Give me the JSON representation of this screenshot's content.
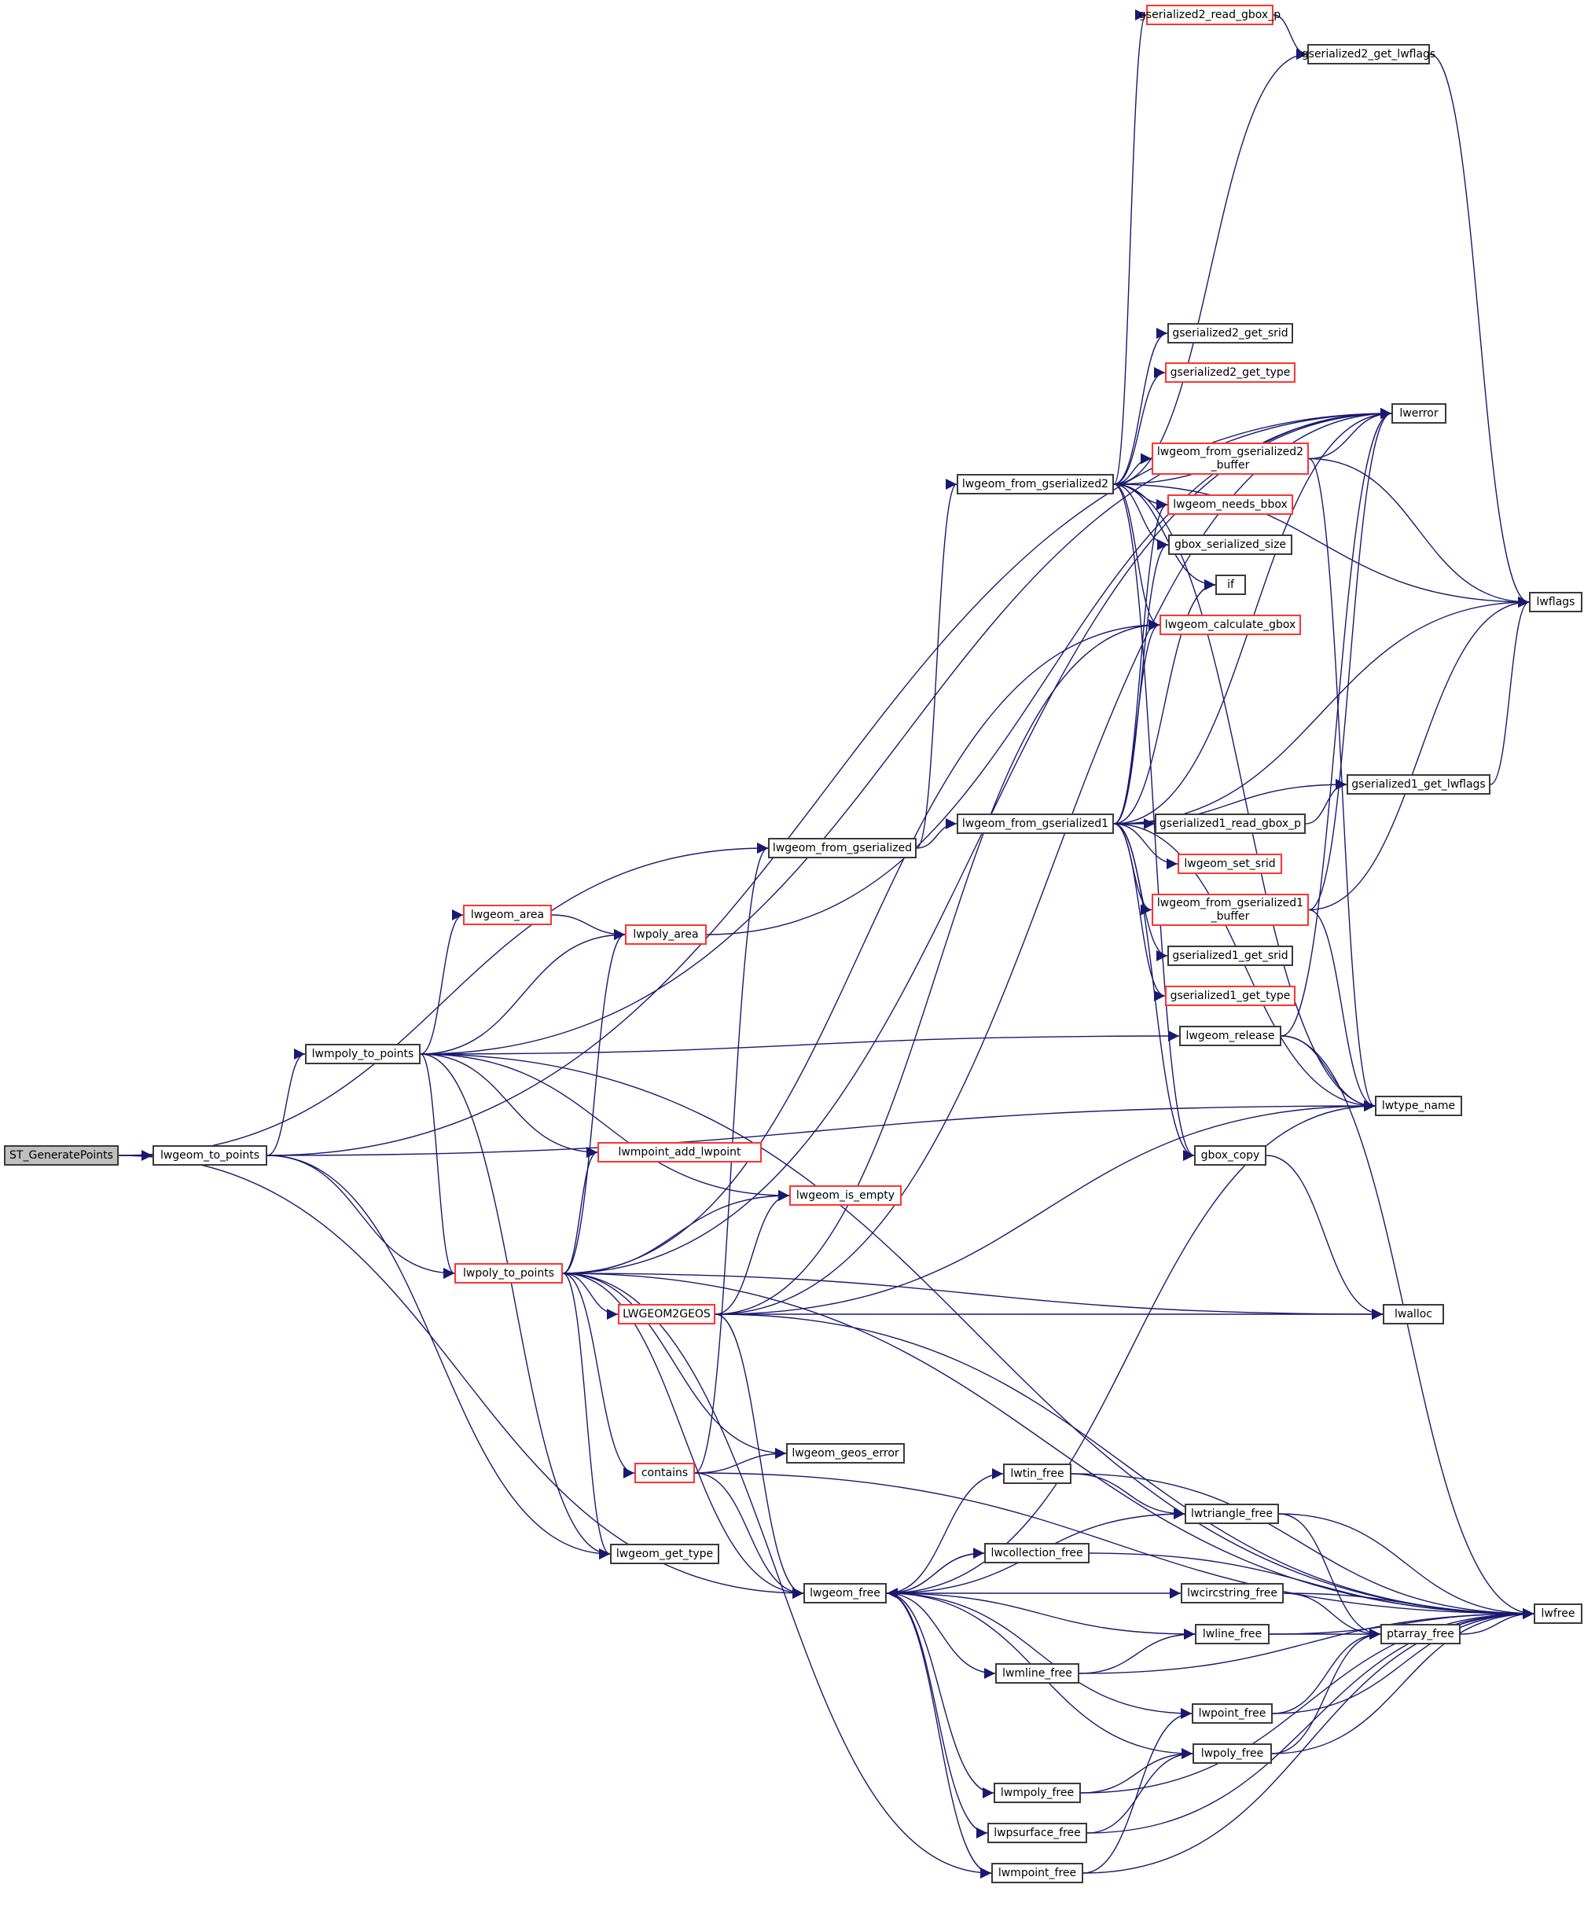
{
  "graph": {
    "edge_color": "#191970",
    "highlight_border_color": "#ff0000",
    "root_fill": "#bfbfbf",
    "nodes": {
      "ST_GeneratePoints": {
        "label": "ST_GeneratePoints",
        "red": false,
        "root": true
      },
      "lwgeom_to_points": {
        "label": "lwgeom_to_points",
        "red": false
      },
      "lwmpoly_to_points": {
        "label": "lwmpoly_to_points",
        "red": false
      },
      "lwpoly_to_points": {
        "label": "lwpoly_to_points",
        "red": true
      },
      "lwgeom_area": {
        "label": "lwgeom_area",
        "red": true
      },
      "lwpoly_area": {
        "label": "lwpoly_area",
        "red": true
      },
      "lwmpoint_add_lwpoint": {
        "label": "lwmpoint_add_lwpoint",
        "red": true
      },
      "lwgeom_is_empty": {
        "label": "lwgeom_is_empty",
        "red": true
      },
      "LWGEOM2GEOS": {
        "label": "LWGEOM2GEOS",
        "red": true
      },
      "contains": {
        "label": "contains",
        "red": true
      },
      "lwgeom_geos_error": {
        "label": "lwgeom_geos_error",
        "red": false
      },
      "lwgeom_get_type": {
        "label": "lwgeom_get_type",
        "red": false
      },
      "lwgeom_from_gserialized": {
        "label": "lwgeom_from_gserialized",
        "red": false
      },
      "lwgeom_free": {
        "label": "lwgeom_free",
        "red": false
      },
      "lwgeom_from_gserialized2": {
        "label": "lwgeom_from_gserialized2",
        "red": false
      },
      "lwgeom_from_gserialized1": {
        "label": "lwgeom_from_gserialized1",
        "red": false
      },
      "gserialized2_read_gbox_p": {
        "label": "gserialized2_read_gbox_p",
        "red": true
      },
      "gserialized2_get_lwflags": {
        "label": "gserialized2_get_lwflags",
        "red": false
      },
      "gserialized2_get_srid": {
        "label": "gserialized2_get_srid",
        "red": false
      },
      "gserialized2_get_type": {
        "label": "gserialized2_get_type",
        "red": true
      },
      "lwerror": {
        "label": "lwerror",
        "red": false
      },
      "lwgeom_from_gserialized2_buffer": {
        "label": "lwgeom_from_gserialized2\n_buffer",
        "red": true
      },
      "lwgeom_needs_bbox": {
        "label": "lwgeom_needs_bbox",
        "red": true
      },
      "gbox_serialized_size": {
        "label": "gbox_serialized_size",
        "red": false
      },
      "if": {
        "label": "if",
        "red": false
      },
      "lwgeom_calculate_gbox": {
        "label": "lwgeom_calculate_gbox",
        "red": true
      },
      "lwflags": {
        "label": "lwflags",
        "red": false
      },
      "gserialized1_get_lwflags": {
        "label": "gserialized1_get_lwflags",
        "red": false
      },
      "gserialized1_read_gbox_p": {
        "label": "gserialized1_read_gbox_p",
        "red": false
      },
      "lwgeom_set_srid": {
        "label": "lwgeom_set_srid",
        "red": true
      },
      "lwgeom_from_gserialized1_buffer": {
        "label": "lwgeom_from_gserialized1\n_buffer",
        "red": true
      },
      "gserialized1_get_srid": {
        "label": "gserialized1_get_srid",
        "red": false
      },
      "gserialized1_get_type": {
        "label": "gserialized1_get_type",
        "red": true
      },
      "lwgeom_release": {
        "label": "lwgeom_release",
        "red": false
      },
      "lwtype_name": {
        "label": "lwtype_name",
        "red": false
      },
      "gbox_copy": {
        "label": "gbox_copy",
        "red": false
      },
      "lwalloc": {
        "label": "lwalloc",
        "red": false
      },
      "lwtin_free": {
        "label": "lwtin_free",
        "red": false
      },
      "lwtriangle_free": {
        "label": "lwtriangle_free",
        "red": false
      },
      "lwcollection_free": {
        "label": "lwcollection_free",
        "red": false
      },
      "lwcircstring_free": {
        "label": "lwcircstring_free",
        "red": false
      },
      "lwline_free": {
        "label": "lwline_free",
        "red": false
      },
      "ptarray_free": {
        "label": "ptarray_free",
        "red": false
      },
      "lwfree": {
        "label": "lwfree",
        "red": false
      },
      "lwmline_free": {
        "label": "lwmline_free",
        "red": false
      },
      "lwpoint_free": {
        "label": "lwpoint_free",
        "red": false
      },
      "lwpoly_free": {
        "label": "lwpoly_free",
        "red": false
      },
      "lwmpoly_free": {
        "label": "lwmpoly_free",
        "red": false
      },
      "lwpsurface_free": {
        "label": "lwpsurface_free",
        "red": false
      },
      "lwmpoint_free": {
        "label": "lwmpoint_free",
        "red": false
      }
    },
    "edges": [
      [
        "ST_GeneratePoints",
        "lwgeom_to_points"
      ],
      [
        "ST_GeneratePoints",
        "lwgeom_from_gserialized"
      ],
      [
        "ST_GeneratePoints",
        "lwgeom_free"
      ],
      [
        "lwgeom_to_points",
        "lwmpoly_to_points"
      ],
      [
        "lwgeom_to_points",
        "lwpoly_to_points"
      ],
      [
        "lwgeom_to_points",
        "lwerror"
      ],
      [
        "lwgeom_to_points",
        "lwtype_name"
      ],
      [
        "lwgeom_to_points",
        "lwgeom_get_type"
      ],
      [
        "lwmpoly_to_points",
        "lwgeom_area"
      ],
      [
        "lwmpoly_to_points",
        "lwpoly_area"
      ],
      [
        "lwmpoly_to_points",
        "lwerror"
      ],
      [
        "lwmpoly_to_points",
        "lwgeom_release"
      ],
      [
        "lwmpoly_to_points",
        "lwfree"
      ],
      [
        "lwmpoly_to_points",
        "lwpoly_to_points"
      ],
      [
        "lwmpoly_to_points",
        "lwmpoint_add_lwpoint"
      ],
      [
        "lwmpoly_to_points",
        "lwgeom_is_empty"
      ],
      [
        "lwmpoly_to_points",
        "lwgeom_get_type"
      ],
      [
        "lwpoly_to_points",
        "lwpoly_area"
      ],
      [
        "lwpoly_to_points",
        "lwmpoint_add_lwpoint"
      ],
      [
        "lwpoly_to_points",
        "lwgeom_is_empty"
      ],
      [
        "lwpoly_to_points",
        "LWGEOM2GEOS"
      ],
      [
        "lwpoly_to_points",
        "contains"
      ],
      [
        "lwpoly_to_points",
        "lwgeom_geos_error"
      ],
      [
        "lwpoly_to_points",
        "lwgeom_get_type"
      ],
      [
        "lwpoly_to_points",
        "lwalloc"
      ],
      [
        "lwpoly_to_points",
        "lwerror"
      ],
      [
        "lwpoly_to_points",
        "lwgeom_free"
      ],
      [
        "lwpoly_to_points",
        "lwmpoint_free"
      ],
      [
        "lwpoly_to_points",
        "lwfree"
      ],
      [
        "lwpoly_to_points",
        "lwgeom_calculate_gbox"
      ],
      [
        "lwgeom_area",
        "lwpoly_area"
      ],
      [
        "lwpoly_area",
        "lwerror"
      ],
      [
        "contains",
        "lwgeom_geos_error"
      ],
      [
        "contains",
        "lwgeom_free"
      ],
      [
        "contains",
        "lwgeom_from_gserialized"
      ],
      [
        "contains",
        "lwfree"
      ],
      [
        "LWGEOM2GEOS",
        "lwgeom_is_empty"
      ],
      [
        "LWGEOM2GEOS",
        "lwgeom_calculate_gbox"
      ],
      [
        "LWGEOM2GEOS",
        "lwtype_name"
      ],
      [
        "LWGEOM2GEOS",
        "lwalloc"
      ],
      [
        "LWGEOM2GEOS",
        "lwfree"
      ],
      [
        "LWGEOM2GEOS",
        "lwgeom_free"
      ],
      [
        "LWGEOM2GEOS",
        "lwerror"
      ],
      [
        "lwgeom_from_gserialized",
        "lwgeom_from_gserialized1"
      ],
      [
        "lwgeom_from_gserialized",
        "lwgeom_from_gserialized2"
      ],
      [
        "lwgeom_from_gserialized2",
        "gserialized2_read_gbox_p"
      ],
      [
        "lwgeom_from_gserialized2",
        "gserialized2_get_lwflags"
      ],
      [
        "lwgeom_from_gserialized2",
        "gserialized2_get_srid"
      ],
      [
        "lwgeom_from_gserialized2",
        "gserialized2_get_type"
      ],
      [
        "lwgeom_from_gserialized2",
        "lwerror"
      ],
      [
        "lwgeom_from_gserialized2",
        "lwgeom_from_gserialized2_buffer"
      ],
      [
        "lwgeom_from_gserialized2",
        "lwgeom_needs_bbox"
      ],
      [
        "lwgeom_from_gserialized2",
        "gbox_serialized_size"
      ],
      [
        "lwgeom_from_gserialized2",
        "if"
      ],
      [
        "lwgeom_from_gserialized2",
        "lwgeom_calculate_gbox"
      ],
      [
        "lwgeom_from_gserialized2",
        "lwtype_name"
      ],
      [
        "lwgeom_from_gserialized2",
        "gbox_copy"
      ],
      [
        "lwgeom_from_gserialized2",
        "lwflags"
      ],
      [
        "gserialized2_read_gbox_p",
        "gserialized2_get_lwflags"
      ],
      [
        "gserialized2_get_lwflags",
        "lwflags"
      ],
      [
        "lwgeom_from_gserialized2_buffer",
        "lwerror"
      ],
      [
        "lwgeom_from_gserialized2_buffer",
        "lwflags"
      ],
      [
        "lwgeom_from_gserialized2_buffer",
        "lwtype_name"
      ],
      [
        "lwgeom_from_gserialized1",
        "gserialized1_get_lwflags"
      ],
      [
        "lwgeom_from_gserialized1",
        "gserialized1_read_gbox_p"
      ],
      [
        "lwgeom_from_gserialized1",
        "lwgeom_set_srid"
      ],
      [
        "lwgeom_from_gserialized1",
        "lwgeom_from_gserialized1_buffer"
      ],
      [
        "lwgeom_from_gserialized1",
        "gserialized1_get_srid"
      ],
      [
        "lwgeom_from_gserialized1",
        "gserialized1_get_type"
      ],
      [
        "lwgeom_from_gserialized1",
        "lwtype_name"
      ],
      [
        "lwgeom_from_gserialized1",
        "gbox_copy"
      ],
      [
        "lwgeom_from_gserialized1",
        "lwgeom_needs_bbox"
      ],
      [
        "lwgeom_from_gserialized1",
        "gbox_serialized_size"
      ],
      [
        "lwgeom_from_gserialized1",
        "if"
      ],
      [
        "lwgeom_from_gserialized1",
        "lwgeom_calculate_gbox"
      ],
      [
        "lwgeom_from_gserialized1",
        "lwerror"
      ],
      [
        "lwgeom_from_gserialized1",
        "lwflags"
      ],
      [
        "gserialized1_read_gbox_p",
        "gserialized1_get_lwflags"
      ],
      [
        "gserialized1_get_lwflags",
        "lwflags"
      ],
      [
        "lwgeom_from_gserialized1_buffer",
        "lwerror"
      ],
      [
        "lwgeom_from_gserialized1_buffer",
        "lwflags"
      ],
      [
        "lwgeom_from_gserialized1_buffer",
        "lwtype_name"
      ],
      [
        "lwgeom_release",
        "lwerror"
      ],
      [
        "lwgeom_release",
        "lwtype_name"
      ],
      [
        "lwgeom_release",
        "lwfree"
      ],
      [
        "gbox_copy",
        "lwalloc"
      ],
      [
        "lwgeom_free",
        "lwtin_free"
      ],
      [
        "lwgeom_free",
        "lwtriangle_free"
      ],
      [
        "lwgeom_free",
        "lwcollection_free"
      ],
      [
        "lwgeom_free",
        "lwcircstring_free"
      ],
      [
        "lwgeom_free",
        "lwline_free"
      ],
      [
        "lwgeom_free",
        "lwmline_free"
      ],
      [
        "lwgeom_free",
        "lwpoint_free"
      ],
      [
        "lwgeom_free",
        "lwpoly_free"
      ],
      [
        "lwgeom_free",
        "lwmpoly_free"
      ],
      [
        "lwgeom_free",
        "lwpsurface_free"
      ],
      [
        "lwgeom_free",
        "lwmpoint_free"
      ],
      [
        "lwgeom_free",
        "lwtype_name"
      ],
      [
        "lwcollection_free",
        "lwgeom_free"
      ],
      [
        "lwcollection_free",
        "lwfree"
      ],
      [
        "lwtin_free",
        "lwtriangle_free"
      ],
      [
        "lwtin_free",
        "lwfree"
      ],
      [
        "lwtriangle_free",
        "ptarray_free"
      ],
      [
        "lwtriangle_free",
        "lwfree"
      ],
      [
        "lwcircstring_free",
        "ptarray_free"
      ],
      [
        "lwcircstring_free",
        "lwfree"
      ],
      [
        "lwline_free",
        "ptarray_free"
      ],
      [
        "lwline_free",
        "lwfree"
      ],
      [
        "lwmline_free",
        "lwline_free"
      ],
      [
        "lwmline_free",
        "lwfree"
      ],
      [
        "lwpoint_free",
        "ptarray_free"
      ],
      [
        "lwpoint_free",
        "lwfree"
      ],
      [
        "lwpoly_free",
        "ptarray_free"
      ],
      [
        "lwpoly_free",
        "lwfree"
      ],
      [
        "lwmpoly_free",
        "lwpoly_free"
      ],
      [
        "lwmpoly_free",
        "lwfree"
      ],
      [
        "lwpsurface_free",
        "lwpoly_free"
      ],
      [
        "lwpsurface_free",
        "lwfree"
      ],
      [
        "lwmpoint_free",
        "lwpoint_free"
      ],
      [
        "lwmpoint_free",
        "lwfree"
      ],
      [
        "ptarray_free",
        "lwfree"
      ]
    ]
  }
}
